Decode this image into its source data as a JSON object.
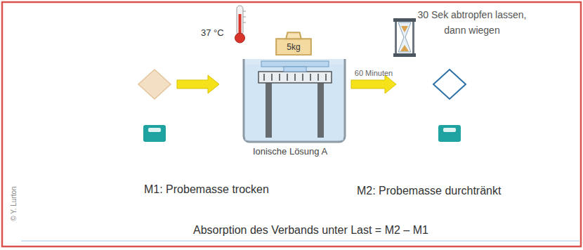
{
  "diagram": {
    "nodes": [
      {
        "text": [
          "5kg"
        ]
      }
    ],
    "labels": [
      "37 °C",
      "60 Minuten",
      "30 Sek abtropfen lassen, dann wiegen",
      "Ionische Lösung A",
      "M1: Probemasse trocken",
      "M2: Probemasse durchtränkt",
      "Absorption des Verbands unter Last = M2 – M1",
      "© Y. Lurton"
    ]
  }
}
